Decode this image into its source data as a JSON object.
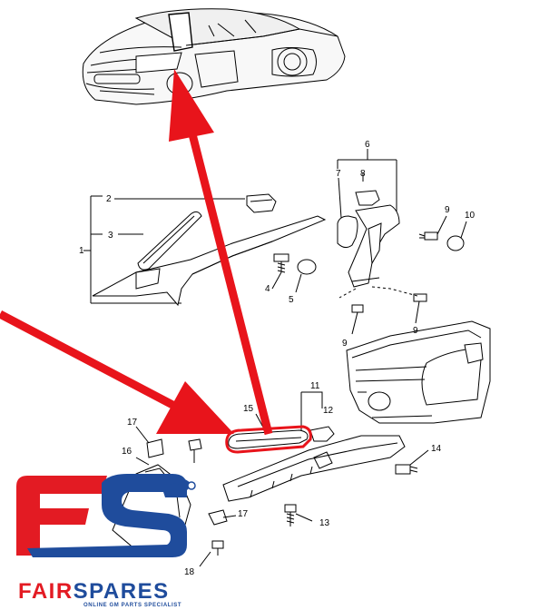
{
  "callouts": {
    "c1": "1",
    "c2": "2",
    "c3": "3",
    "c4": "4",
    "c5": "5",
    "c6": "6",
    "c7": "7",
    "c8": "8",
    "c9a": "9",
    "c9b": "9",
    "c9c": "9",
    "c10": "10",
    "c11": "11",
    "c12": "12",
    "c13": "13",
    "c14": "14",
    "c15": "15",
    "c16": "16",
    "c17a": "17",
    "c17b": "17",
    "c18": "18"
  },
  "logo": {
    "wordmark": "FairSpares",
    "tagline": "ONLINE GM PARTS SPECIALIST"
  },
  "colors": {
    "arrow": "#e8141b",
    "logo_red": "#e31b23",
    "logo_blue": "#1f4c9c",
    "line": "#000000"
  }
}
